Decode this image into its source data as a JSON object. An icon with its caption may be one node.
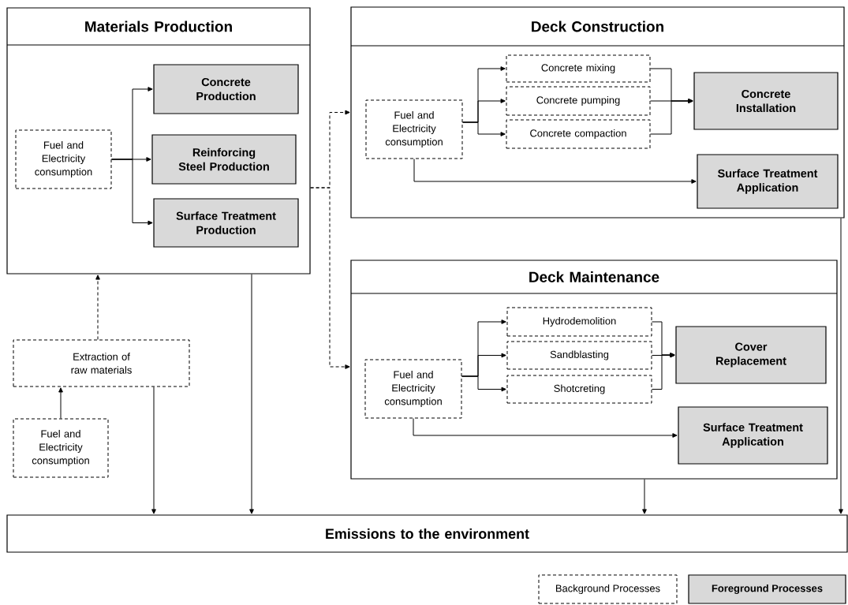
{
  "diagram": {
    "nodes": [
      {
        "text": [
          "Materials Production"
        ]
      },
      {
        "text": [
          "Fuel and Electricity consumption"
        ],
        "in": 0
      },
      {
        "text": [
          "Concrete Production"
        ],
        "in": 0
      },
      {
        "text": [
          "Reinforcing Steel Production"
        ],
        "in": 0
      },
      {
        "text": [
          "Surface Treatment Production"
        ],
        "in": 0
      },
      {
        "text": [
          "Deck Construction"
        ]
      },
      {
        "text": [
          "Fuel and Electricity consumption"
        ],
        "in": 5
      },
      {
        "text": [
          "Concrete mixing"
        ],
        "in": 5
      },
      {
        "text": [
          "Concrete pumping"
        ],
        "in": 5
      },
      {
        "text": [
          "Concrete compaction"
        ],
        "in": 5
      },
      {
        "text": [
          "Concrete Installation"
        ],
        "in": 5
      },
      {
        "text": [
          "Surface Treatment Application"
        ],
        "in": 5
      },
      {
        "text": [
          "Deck Maintenance"
        ]
      },
      {
        "text": [
          "Fuel and Electricity consumption"
        ],
        "in": 12
      },
      {
        "text": [
          "Hydrodemolition"
        ],
        "in": 12
      },
      {
        "text": [
          "Sandblasting"
        ],
        "in": 12
      },
      {
        "text": [
          "Shotcreting"
        ],
        "in": 12
      },
      {
        "text": [
          "Cover Replacement"
        ],
        "in": 12
      },
      {
        "text": [
          "Surface Treatment Application"
        ],
        "in": 12
      },
      {
        "text": [
          "Extraction of raw materials"
        ]
      },
      {
        "text": [
          "Fuel and Electricity consumption"
        ]
      },
      {
        "text": [
          "Emissions to the environment"
        ]
      }
    ],
    "edges": [
      {
        "from": 1,
        "to": 2,
        "arrow": "to"
      },
      {
        "from": 1,
        "to": 3,
        "arrow": "to"
      },
      {
        "from": 1,
        "to": 4,
        "arrow": "to"
      },
      {
        "from": 0,
        "to": 5,
        "arrow": "to",
        "style": "dashed"
      },
      {
        "from": 0,
        "to": 12,
        "arrow": "to",
        "style": "dashed"
      },
      {
        "from": 6,
        "to": 7,
        "arrow": "to"
      },
      {
        "from": 6,
        "to": 8,
        "arrow": "to"
      },
      {
        "from": 6,
        "to": 9,
        "arrow": "to"
      },
      {
        "from": 7,
        "to": 10,
        "arrow": "to"
      },
      {
        "from": 8,
        "to": 10,
        "arrow": "to"
      },
      {
        "from": 9,
        "to": 10,
        "arrow": "to"
      },
      {
        "from": 6,
        "to": 11,
        "arrow": "to"
      },
      {
        "from": 13,
        "to": 14,
        "arrow": "to"
      },
      {
        "from": 13,
        "to": 15,
        "arrow": "to"
      },
      {
        "from": 13,
        "to": 16,
        "arrow": "to"
      },
      {
        "from": 14,
        "to": 17,
        "arrow": "to"
      },
      {
        "from": 15,
        "to": 17,
        "arrow": "to"
      },
      {
        "from": 16,
        "to": 17,
        "arrow": "to"
      },
      {
        "from": 13,
        "to": 18,
        "arrow": "to"
      },
      {
        "from": 19,
        "to": 0,
        "arrow": "to",
        "style": "dashed"
      },
      {
        "from": 20,
        "to": 19,
        "arrow": "to"
      },
      {
        "from": 19,
        "to": 21,
        "arrow": "to"
      },
      {
        "from": 0,
        "to": 21,
        "arrow": "to"
      },
      {
        "from": 12,
        "to": 21,
        "arrow": "to"
      },
      {
        "from": 5,
        "to": 21,
        "arrow": "to"
      }
    ],
    "legend": [
      {
        "text": "Background Processes"
      },
      {
        "text": "Foreground Processes",
        "color": "#d9d9d9"
      }
    ]
  }
}
